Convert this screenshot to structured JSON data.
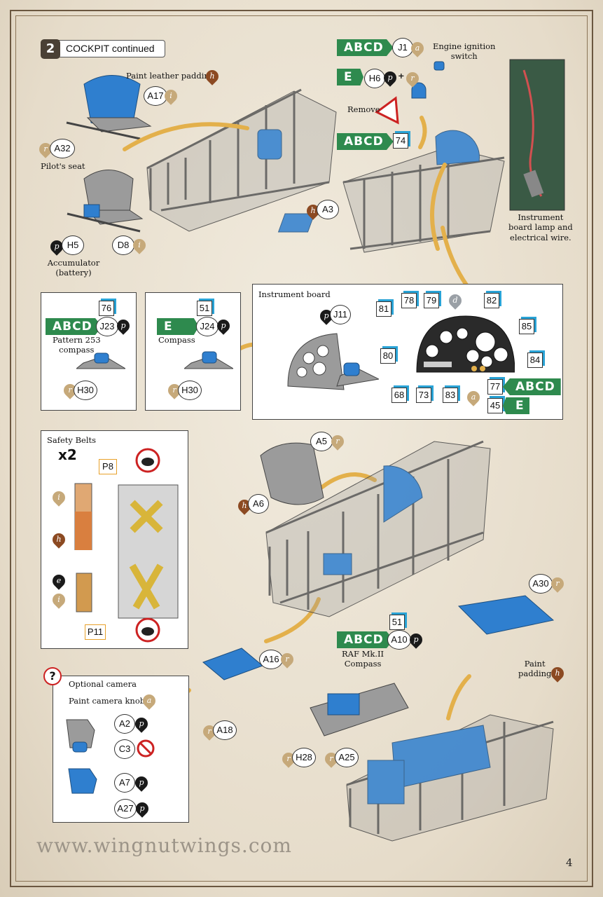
{
  "step": {
    "number": "2",
    "title": "COCKPIT continued"
  },
  "labels": {
    "paint_leather": "Paint leather padding",
    "pilots_seat": "Pilot's seat",
    "accumulator": "Accumulator",
    "battery": "(battery)",
    "engine_ignition_1": "Engine ignition",
    "engine_ignition_2": "switch",
    "remove": "Remove",
    "instrument_lamp_1": "Instrument",
    "instrument_lamp_2": "board lamp and",
    "instrument_lamp_3": "electrical wire.",
    "pattern_253_1": "Pattern 253",
    "pattern_253_2": "compass",
    "compass": "Compass",
    "instrument_board": "Instrument board",
    "safety_belts": "Safety Belts",
    "x2": "x2",
    "optional_camera": "Optional camera",
    "paint_camera_knobs": "Paint camera knobs",
    "raf_compass_1": "RAF Mk.II",
    "raf_compass_2": "Compass",
    "paint_padding_1": "Paint",
    "paint_padding_2": "padding"
  },
  "version_tags": {
    "abcd": "ABCD",
    "e": "E"
  },
  "parts": {
    "A17": "A17",
    "A32": "A32",
    "H5": "H5",
    "D8": "D8",
    "J1": "J1",
    "H6": "H6",
    "n74": "74",
    "A3": "A3",
    "n76": "76",
    "J23": "J23",
    "H30a": "H30",
    "n51a": "51",
    "J24": "J24",
    "H30b": "H30",
    "J11": "J11",
    "n78": "78",
    "n79": "79",
    "n81": "81",
    "n82": "82",
    "n85": "85",
    "n80": "80",
    "n84": "84",
    "n68": "68",
    "n73": "73",
    "n83": "83",
    "n77": "77",
    "n45": "45",
    "P8": "P8",
    "P11": "P11",
    "A5": "A5",
    "A6": "A6",
    "A30": "A30",
    "n51b": "51",
    "A10": "A10",
    "A16": "A16",
    "A18": "A18",
    "H28": "H28",
    "A25": "A25",
    "A2": "A2",
    "C3": "C3",
    "A7": "A7",
    "A27": "A27"
  },
  "paint_codes": {
    "a": "a",
    "d": "d",
    "e": "e",
    "h": "h",
    "i": "i",
    "p": "p",
    "r": "r"
  },
  "symbols": {
    "question": "?",
    "plus": "+"
  },
  "footer": {
    "url": "www.wingnutwings.com",
    "page": "4"
  }
}
